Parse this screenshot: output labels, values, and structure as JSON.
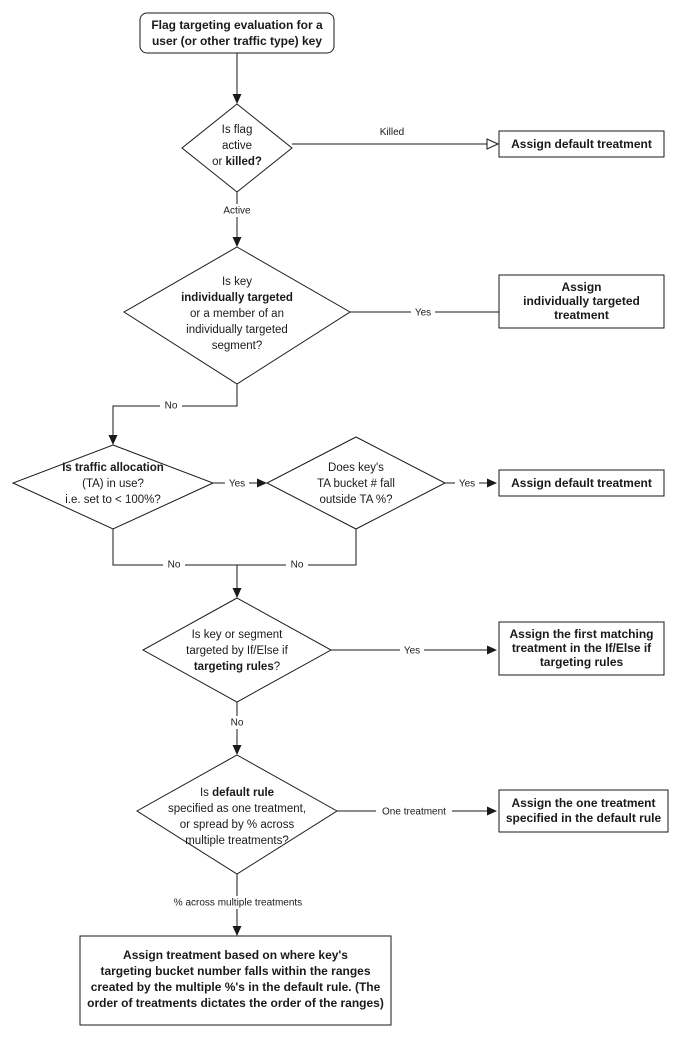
{
  "diagram": {
    "title": "Flag targeting evaluation flowchart",
    "colors": {
      "stroke": "#1a1a1a",
      "fill": "#ffffff",
      "background": "#ffffff"
    },
    "start": {
      "shape": "rounded-rectangle",
      "lines": [
        "Flag targeting evaluation for a",
        "user (or other traffic type) key"
      ]
    },
    "decisions": [
      {
        "id": "flag-active-or-killed",
        "shape": "diamond",
        "lines": [
          {
            "text": "Is flag",
            "bold": false
          },
          {
            "text": "active",
            "bold": false
          },
          {
            "text": "or killed?",
            "bold": false,
            "bold_part": "killed"
          }
        ]
      },
      {
        "id": "individually-targeted",
        "shape": "diamond",
        "lines": [
          {
            "text": "Is key",
            "bold": false
          },
          {
            "text": "individually targeted",
            "bold": true
          },
          {
            "text": "or a member of an",
            "bold": false
          },
          {
            "text": "individually targeted",
            "bold": false
          },
          {
            "text": "segment?",
            "bold": false
          }
        ]
      },
      {
        "id": "traffic-allocation-in-use",
        "shape": "diamond",
        "lines": [
          {
            "text": "Is traffic allocation",
            "bold": true
          },
          {
            "text": "(TA) in use?",
            "bold": false
          },
          {
            "text": "i.e. set to < 100%?",
            "bold": false
          }
        ]
      },
      {
        "id": "ta-bucket-outside",
        "shape": "diamond",
        "lines": [
          {
            "text": "Does key's",
            "bold": false
          },
          {
            "text": "TA bucket # fall",
            "bold": false
          },
          {
            "text": "outside TA %?",
            "bold": false
          }
        ]
      },
      {
        "id": "if-else-targeting-rules",
        "shape": "diamond",
        "lines": [
          {
            "text": "Is key or segment",
            "bold": false
          },
          {
            "text": "targeted by If/Else if",
            "bold": false
          },
          {
            "text": "targeting rules?",
            "bold": true
          }
        ]
      },
      {
        "id": "default-rule-spec",
        "shape": "diamond",
        "lines": [
          {
            "text": "Is default rule",
            "bold": false,
            "bold_part": "default rule"
          },
          {
            "text": "specified as one treatment,",
            "bold": false
          },
          {
            "text": "or spread by % across",
            "bold": false
          },
          {
            "text": "multiple treatments?",
            "bold": false
          }
        ]
      }
    ],
    "outcomes": [
      {
        "id": "assign-default-treatment-killed",
        "shape": "rectangle",
        "lines": [
          "Assign default treatment"
        ]
      },
      {
        "id": "assign-individually-targeted-treatment",
        "shape": "rectangle",
        "lines": [
          "Assign",
          "individually targeted",
          "treatment"
        ]
      },
      {
        "id": "assign-default-treatment-ta",
        "shape": "rectangle",
        "lines": [
          "Assign default treatment"
        ]
      },
      {
        "id": "assign-first-matching-treatment",
        "shape": "rectangle",
        "lines": [
          "Assign the first matching",
          "treatment in the If/Else if",
          "targeting rules"
        ]
      },
      {
        "id": "assign-one-treatment-default-rule",
        "shape": "rectangle",
        "lines": [
          "Assign the one treatment",
          "specified in the default rule"
        ]
      },
      {
        "id": "assign-treatment-by-bucket-range",
        "shape": "rectangle",
        "lines": [
          "Assign treatment based on where key's",
          "targeting bucket number falls within the ranges",
          "created by the multiple %'s in the default rule. (The",
          "order of treatments dictates the order of the ranges)"
        ]
      }
    ],
    "edge_labels": {
      "killed": "Killed",
      "active": "Active",
      "yes_individually_targeted": "Yes",
      "no_individually_targeted": "No",
      "yes_ta_in_use": "Yes",
      "no_ta_in_use": "No",
      "yes_ta_bucket_outside": "Yes",
      "no_ta_bucket_outside": "No",
      "yes_if_else": "Yes",
      "no_if_else": "No",
      "one_treatment": "One treatment",
      "percent_across_multiple": "% across multiple treatments"
    }
  }
}
